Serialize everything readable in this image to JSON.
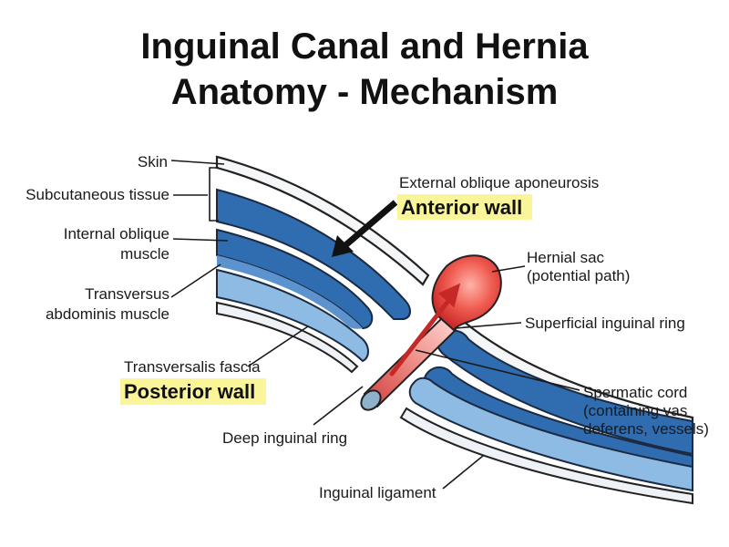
{
  "title": {
    "line1": "Inguinal Canal and Hernia",
    "line2": "Anatomy - Mechanism"
  },
  "labels": {
    "skin": "Skin",
    "subcutaneous": "Subcutaneous tissue",
    "internal_oblique_1": "Internal oblique",
    "internal_oblique_2": "muscle",
    "transversus_1": "Transversus",
    "transversus_2": "abdominis muscle",
    "transversalis_fascia": "Transversalis fascia",
    "posterior_wall": "Posterior wall",
    "deep_ring": "Deep inguinal ring",
    "inguinal_ligament": "Inguinal ligament",
    "external_oblique": "External oblique aponeurosis",
    "anterior_wall": "Anterior wall",
    "hernial_sac_1": "Hernial sac",
    "hernial_sac_2": "(potential path)",
    "superficial_ring": "Superficial inguinal ring",
    "spermatic_cord_1": "Spermatic cord",
    "spermatic_cord_2": "(containing vas",
    "spermatic_cord_3": "deferens, vessels)"
  },
  "colors": {
    "muscle_dark": "#2f6db0",
    "muscle_light": "#8dbbe3",
    "highlight": "#fbf59a",
    "sac_red": "#e53b3b",
    "cord_gray": "#9fb8cc"
  }
}
